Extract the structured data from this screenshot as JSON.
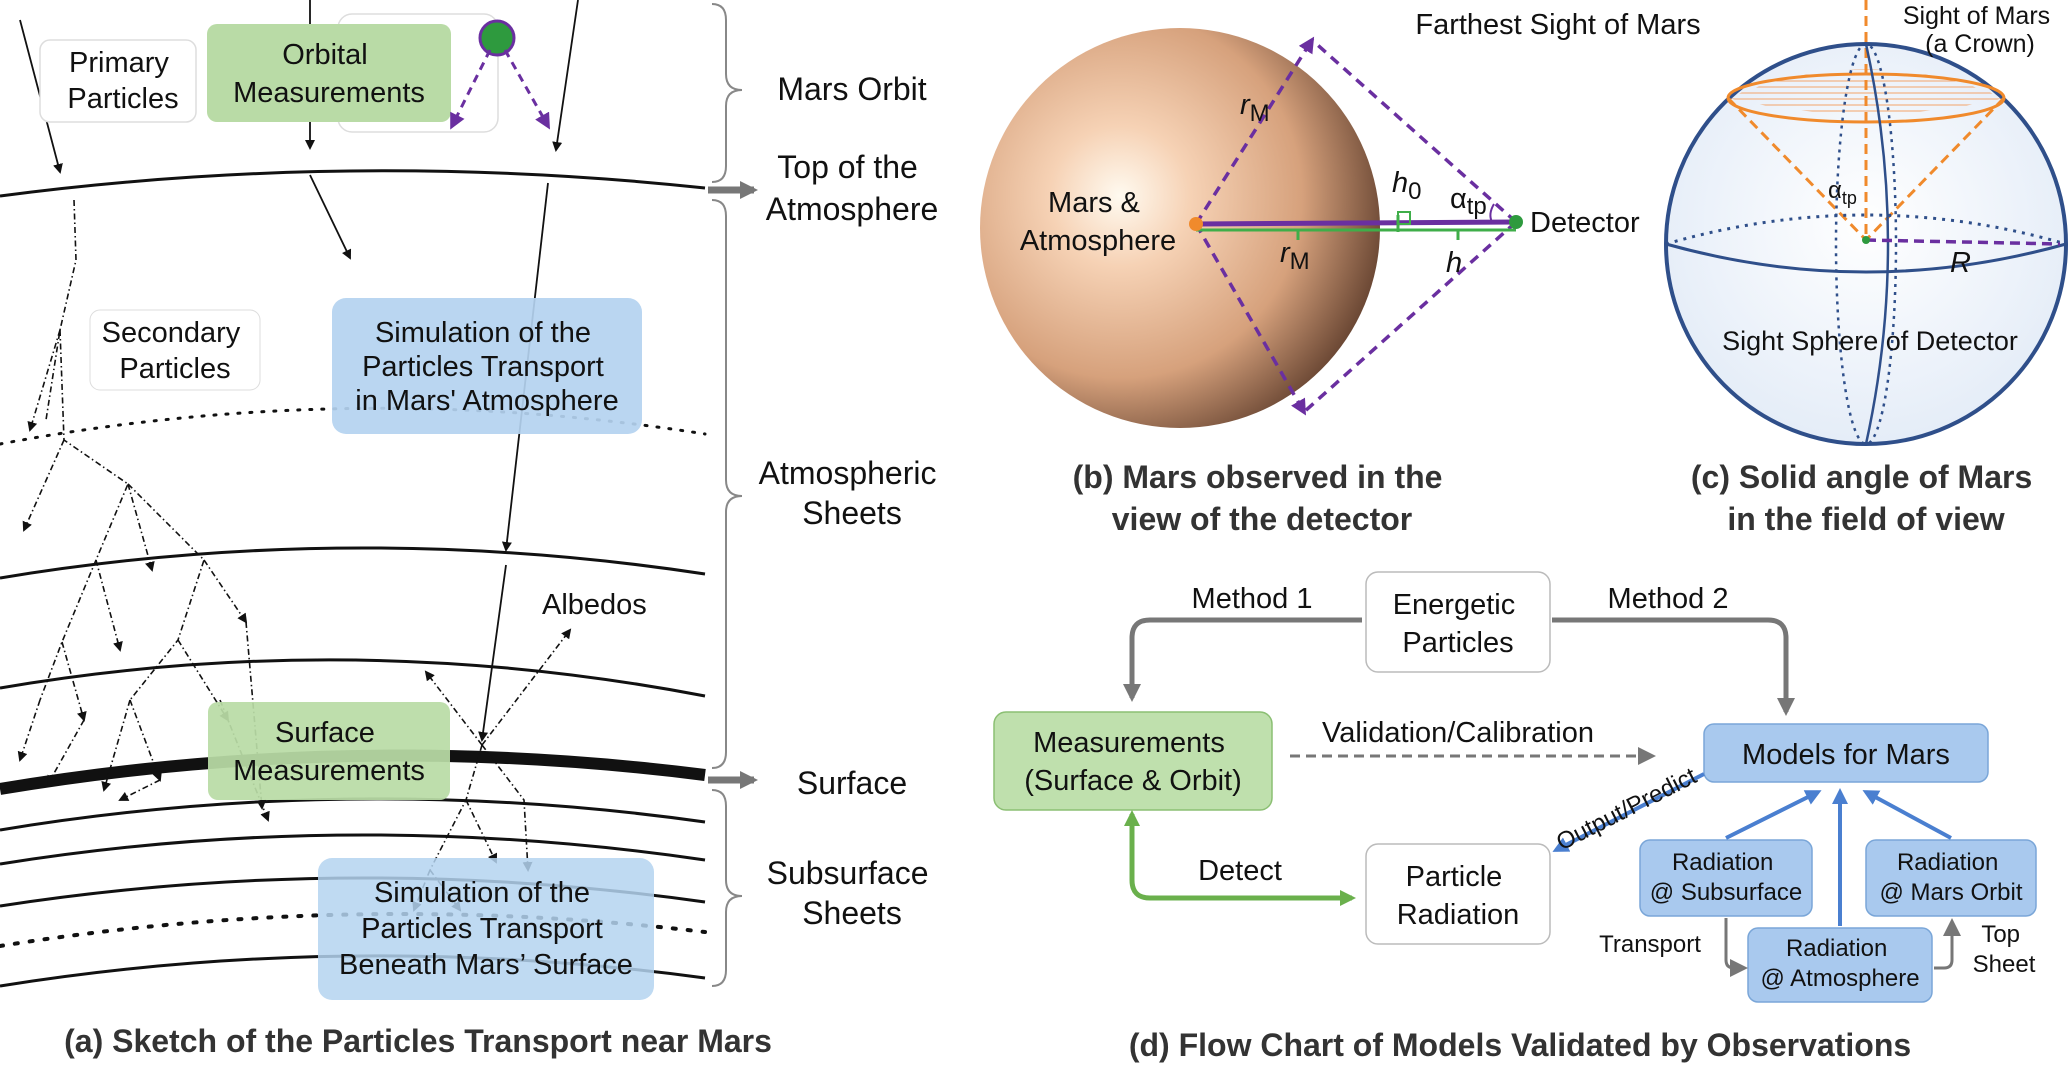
{
  "panel_a": {
    "caption": "(a) Sketch of the Particles Transport near Mars",
    "primary_particles": [
      "Primary",
      "Particles"
    ],
    "orbital_measurements": [
      "Orbital",
      "Measurements"
    ],
    "secondary_particles": [
      "Secondary",
      "Particles"
    ],
    "sim_atmosphere": [
      "Simulation of the",
      "Particles Transport",
      "in Mars' Atmosphere"
    ],
    "albedos": "Albedos",
    "surface_measurements": [
      "Surface",
      "Measurements"
    ],
    "sim_subsurface": [
      "Simulation of the",
      "Particles Transport",
      "Beneath Mars’ Surface"
    ],
    "mars_orbit": "Mars Orbit",
    "top_atmosphere": [
      "Top of the",
      "Atmosphere"
    ],
    "atmospheric_sheets": [
      "Atmospheric",
      "Sheets"
    ],
    "surface": "Surface",
    "subsurface_sheets": [
      "Subsurface",
      "Sheets"
    ]
  },
  "panel_b": {
    "caption": [
      "(b) Mars observed in the",
      "view of the detector"
    ],
    "farthest_sight": "Farthest Sight of Mars",
    "mars_atmosphere": [
      "Mars &",
      "Atmosphere"
    ],
    "detector": "Detector",
    "r_m_main": "r",
    "r_m_sub": "M",
    "h0_main": "h",
    "h0_sub": "0",
    "alpha_main": "α",
    "alpha_sub": "tp",
    "h": "h"
  },
  "panel_c": {
    "caption": [
      "(c) Solid angle of Mars",
      "in the field of view"
    ],
    "sight_of_mars": [
      "Sight of Mars",
      "(a Crown)"
    ],
    "alpha_main": "α",
    "alpha_sub": "tp",
    "r": "R",
    "sight_sphere": "Sight Sphere of Detector"
  },
  "panel_d": {
    "caption": "(d) Flow Chart of Models Validated by Observations",
    "method1": "Method 1",
    "method2": "Method 2",
    "energetic": [
      "Energetic",
      "Particles"
    ],
    "measurements": [
      "Measurements",
      "(Surface & Orbit)"
    ],
    "validation": "Validation/Calibration",
    "models": "Models for Mars",
    "output_predict": "Output/Predict",
    "detect": "Detect",
    "particle_radiation": [
      "Particle",
      "Radiation"
    ],
    "rad_subsurface": [
      "Radiation",
      "@ Subsurface"
    ],
    "rad_orbit": [
      "Radiation",
      "@ Mars Orbit"
    ],
    "rad_atmosphere": [
      "Radiation",
      "@ Atmosphere"
    ],
    "transport": "Transport",
    "top_sheet": [
      "Top",
      "Sheet"
    ]
  },
  "colors": {
    "green_box": "#b9dba6",
    "blue_box": "#b4d3f0",
    "flow_green": "#bfe0ad",
    "flow_blue": "#a9c9ee",
    "purple": "#6a2fa0",
    "orange": "#f08a2c",
    "sphere_blue": "#2f4f8a",
    "arrow_blue": "#4a7fd0",
    "arrow_green": "#6ab04c",
    "gray": "#7a7a7a"
  }
}
